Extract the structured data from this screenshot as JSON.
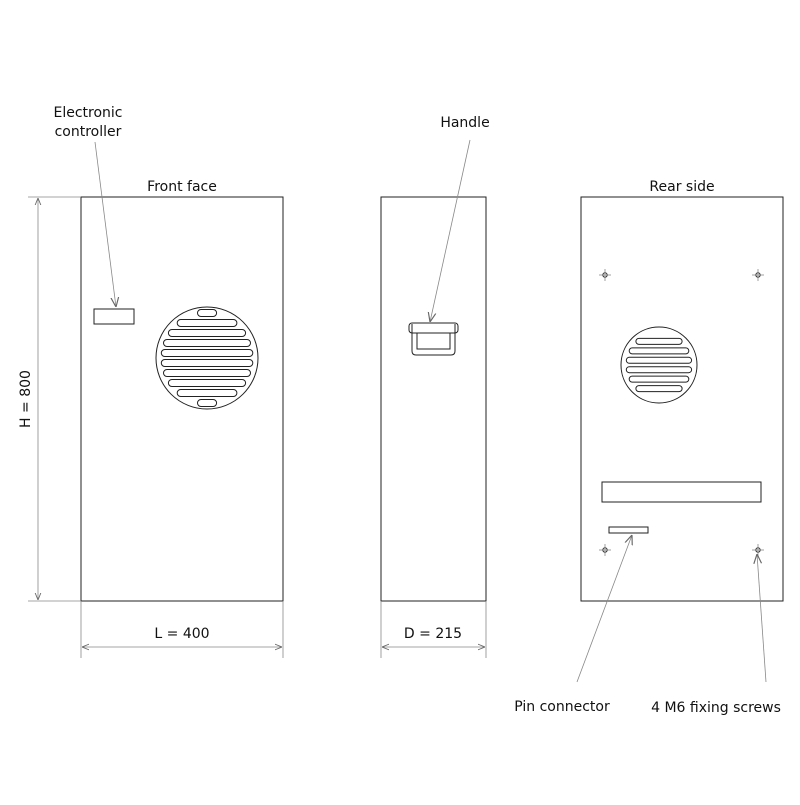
{
  "views": {
    "front_title": "Front face",
    "rear_title": "Rear side"
  },
  "callouts": {
    "controller_line1": "Electronic",
    "controller_line2": "controller",
    "handle": "Handle",
    "pin_connector": "Pin connector",
    "screws": "4 M6 fixing screws"
  },
  "dimensions": {
    "height": "H = 800",
    "length": "L = 400",
    "depth": "D = 215"
  }
}
